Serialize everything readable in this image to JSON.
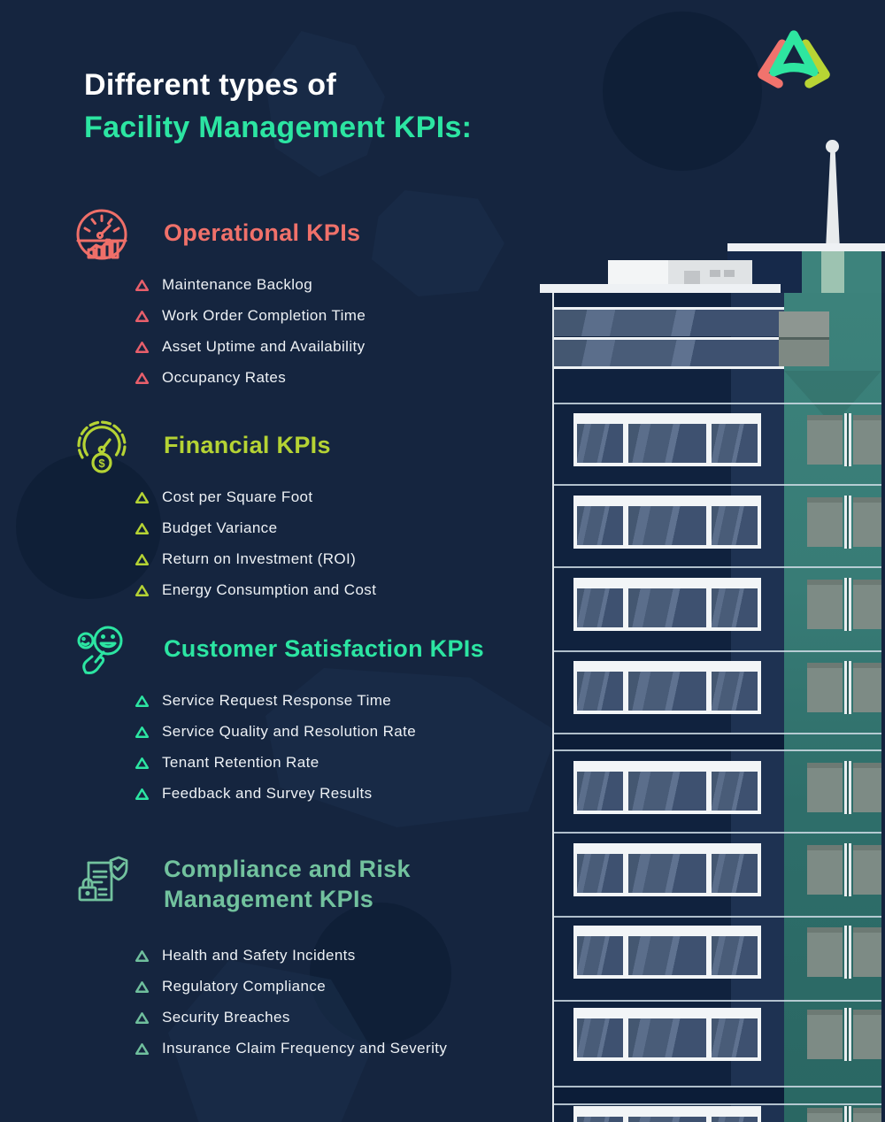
{
  "page": {
    "background": "#15253f",
    "title_line1": "Different types of",
    "title_line2": "Facility Management KPIs:",
    "title_accent_color": "#2ce5a2"
  },
  "logo": {
    "name": "brand-triangle-logo",
    "colors": {
      "left": "#f0736d",
      "center": "#2ee6a0",
      "right": "#b8d434"
    }
  },
  "sections": [
    {
      "id": "operational",
      "heading": "Operational KPIs",
      "accent_color": "#f0716a",
      "icon": "gauge-bar-chart-icon",
      "items": [
        "Maintenance Backlog",
        "Work Order Completion Time",
        "Asset Uptime and Availability",
        "Occupancy Rates"
      ]
    },
    {
      "id": "financial",
      "heading": "Financial KPIs",
      "accent_color": "#b5d334",
      "icon": "gauge-dollar-icon",
      "items": [
        "Cost per Square Foot",
        "Budget Variance",
        "Return on Investment (ROI)",
        "Energy Consumption and Cost"
      ]
    },
    {
      "id": "customer",
      "heading": "Customer Satisfaction KPIs",
      "accent_color": "#2ce5a2",
      "icon": "smiley-faces-hand-icon",
      "items": [
        "Service Request Response Time",
        "Service Quality and Resolution Rate",
        "Tenant Retention Rate",
        "Feedback and Survey Results"
      ]
    },
    {
      "id": "compliance",
      "heading": "Compliance and Risk Management KPIs",
      "accent_color": "#72c29e",
      "icon": "document-shield-lock-icon",
      "items": [
        "Health and Safety Incidents",
        "Regulatory Compliance",
        "Security Breaches",
        "Insurance Claim Frequency and Severity"
      ]
    }
  ],
  "illustration": {
    "name": "flat-skyscraper-illustration",
    "colors": {
      "main_facade": "#10223e",
      "glass": "#4a5d7b",
      "frame_white": "#f2f5f7",
      "teal_building": "#3c827b",
      "teal_building_dark": "#2a6763",
      "antenna_white": "#e8ebed",
      "sage_column": "#9dc3b1"
    }
  }
}
